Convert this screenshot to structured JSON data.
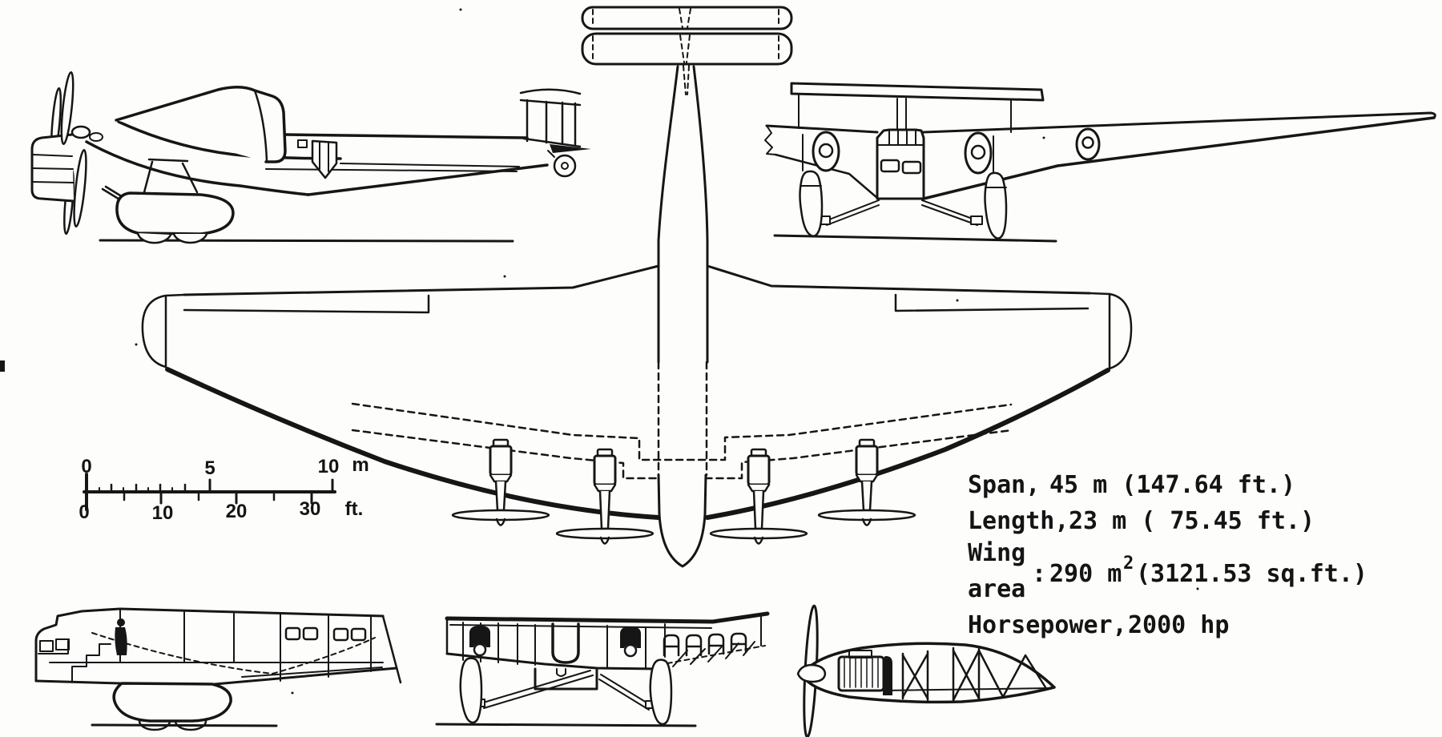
{
  "specs": {
    "span_label": "Span,",
    "span_value": "45 m (147.64 ft.)",
    "length_label": "Length,",
    "length_value": "23 m ( 75.45 ft.)",
    "wing_label_top": "Wing",
    "wing_label_bottom": "area",
    "wing_colon": ":",
    "wing_value_pre": "290 m",
    "wing_sup": "2",
    "wing_value_post": "(3121.53 sq.ft.)",
    "horsepower_label": "Horsepower,",
    "horsepower_value": "2000 hp"
  },
  "scale_bar": {
    "m0": "0",
    "m5": "5",
    "m10": "10",
    "m_unit": "m",
    "f0": "0",
    "f10": "10",
    "f20": "20",
    "f30": "30",
    "ft_unit": "ft."
  }
}
